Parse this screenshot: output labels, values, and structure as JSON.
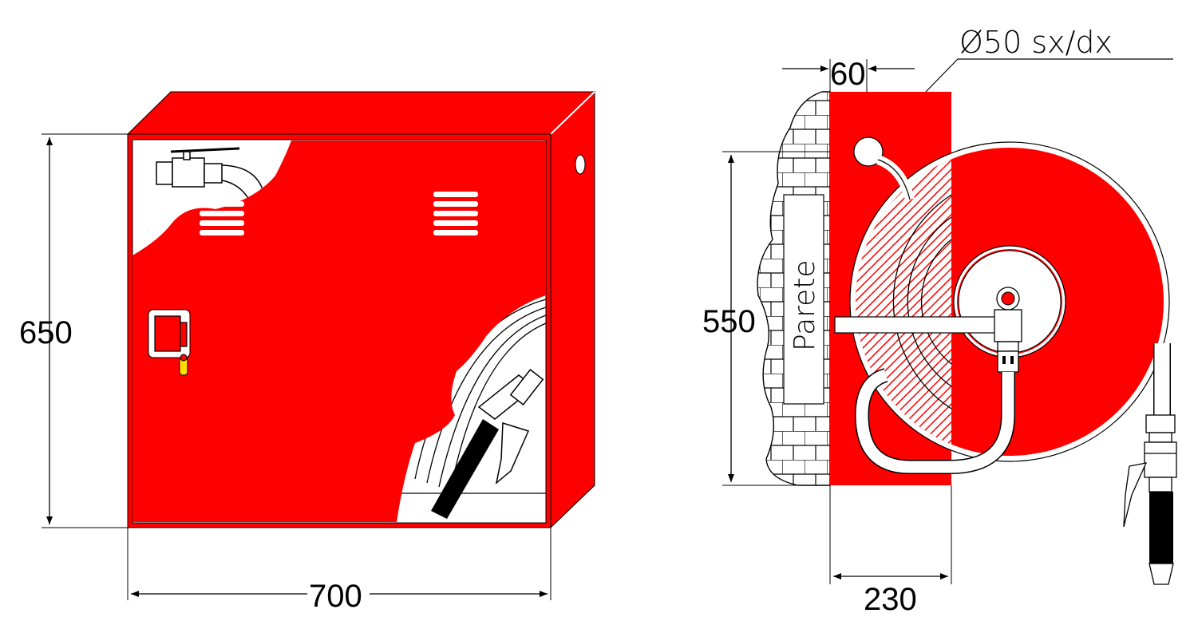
{
  "colors": {
    "body_red": "#ff0000",
    "line": "#000000",
    "background": "#ffffff",
    "handle_yellow": "#ffdd00"
  },
  "front_view": {
    "width_dimension": "700",
    "height_dimension": "650"
  },
  "side_view": {
    "depth_dimension": "230",
    "door_dimension": "60",
    "height_dimension": "550",
    "hose_callout": "Ø50 sx/dx",
    "wall_label": "Parete"
  }
}
